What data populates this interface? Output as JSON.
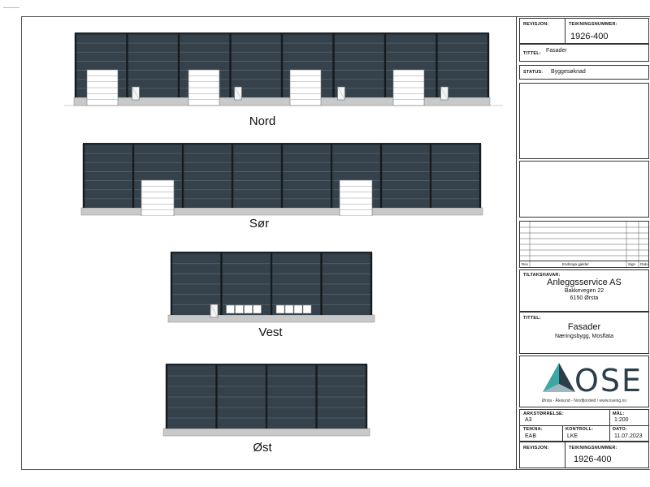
{
  "title_block": {
    "revisjon_label": "REVISJON:",
    "teikningsnummer_label": "TEIKNINGSNUMMER:",
    "teikningsnummer": "1926-400",
    "tittel_label": "TITTEL:",
    "tittel": "Fasader",
    "status_label": "STATUS:",
    "status": "Byggesøknad",
    "rev_table_headers": {
      "rev": "Rev",
      "endringa": "Endringa gjelder",
      "sign": "Sign",
      "dato": "Dato"
    },
    "tiltakshavar_label": "TILTAKSHAVAR:",
    "tiltakshavar_name": "Anleggsservice AS",
    "tiltakshavar_address": "Bakkevegen 22",
    "tiltakshavar_city": "6150 Ørsta",
    "project_title_label": "TITTEL:",
    "project_title": "Fasader",
    "project_subtitle": "Næringsbygg, Mosflata",
    "logo_text": "OSE",
    "logo_tagline": "Ørsta - Ålesund - Nordfjordeid  /  www.oseing.no",
    "arkstorrelse_label": "ARKSTØRRELSE:",
    "arkstorrelse": "A3",
    "mal_label": "MÅL:",
    "mal": "1:200",
    "teikna_label": "TEIKNA:",
    "teikna": "EAB",
    "kontroll_label": "KONTROLL:",
    "kontroll": "LKE",
    "dato_label": "DATO:",
    "dato": "11.07.2023",
    "bottom_revisjon_label": "REVISJON:",
    "bottom_teikningsnummer_label": "TEIKNINGSNUMMER:",
    "bottom_teikningsnummer": "1926-400"
  },
  "elevations": {
    "nord": "Nord",
    "sor": "Sør",
    "vest": "Vest",
    "ost": "Øst"
  },
  "colors": {
    "cladding": "#36424b",
    "cladding_line": "#55626b",
    "plinth": "#c9c9c9",
    "logo_teal": "#3fa6a6",
    "logo_dark": "#2c3e4a"
  }
}
